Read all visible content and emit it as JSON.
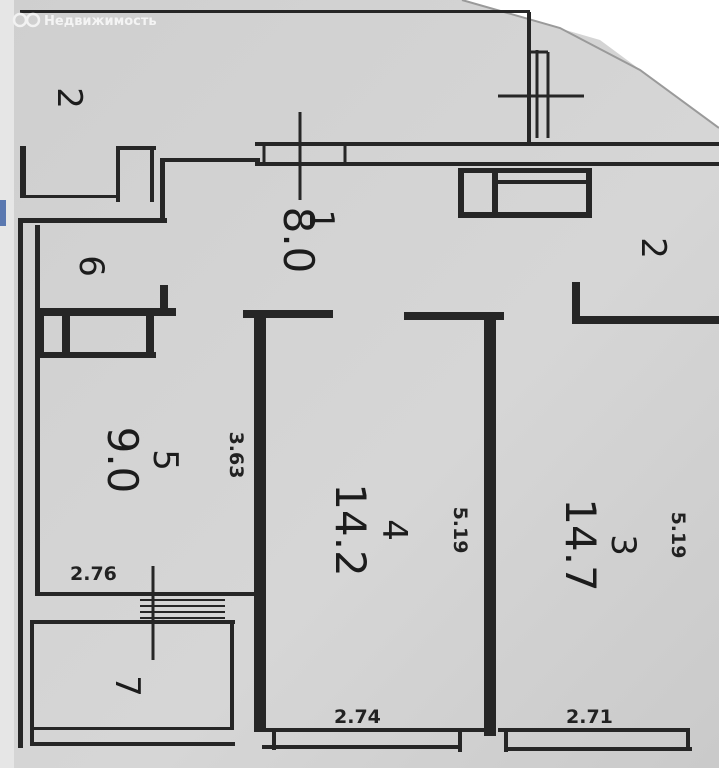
{
  "watermark": {
    "text": "Недвижимость",
    "logo_icon": "infinity-logo-icon"
  },
  "rooms": [
    {
      "id": "corridor",
      "number": "1",
      "area": "8.0"
    },
    {
      "id": "room3",
      "number": "3",
      "area": "14.7"
    },
    {
      "id": "room4",
      "number": "4",
      "area": "14.2"
    },
    {
      "id": "room5",
      "number": "5",
      "area": "9.0"
    }
  ],
  "labels": {
    "loggia_top_left": "2",
    "loggia_top_right": "2",
    "bathroom": "6",
    "loggia_bottom": "7"
  },
  "dimensions": {
    "room5_length": "3.63",
    "room5_width": "2.76",
    "room4_length": "5.19",
    "room4_width": "2.74",
    "room3_length": "5.19",
    "room3_width": "2.71"
  },
  "colors": {
    "paper": "#d2d2d2",
    "wall": "#262626",
    "background": "#ffffff"
  }
}
